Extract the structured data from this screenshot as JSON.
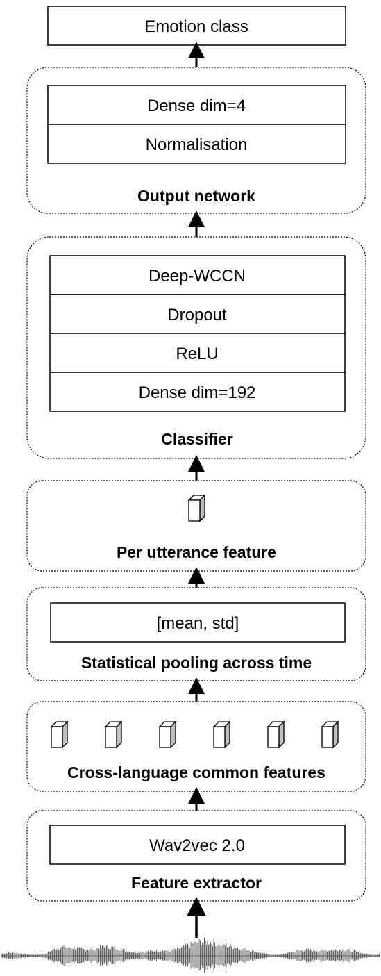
{
  "output_label": "Emotion class",
  "groups": {
    "output_network": {
      "title": "Output network",
      "layers": [
        "Dense dim=4",
        "Normalisation"
      ]
    },
    "classifier": {
      "title": "Classifier",
      "layers": [
        "Deep-WCCN",
        "Dropout",
        "ReLU",
        "Dense dim=192"
      ]
    },
    "per_utterance": {
      "title": "Per utterance feature"
    },
    "pooling": {
      "title": "Statistical pooling across time",
      "layers": [
        "[mean, std]"
      ]
    },
    "cross_language": {
      "title": "Cross-language common features",
      "feature_count": 6
    },
    "feature_extractor": {
      "title": "Feature extractor",
      "layers": [
        "Wav2vec 2.0"
      ]
    }
  },
  "input": {
    "icon": "waveform-icon"
  },
  "colors": {
    "stroke": "#000000",
    "cube_side": "#bfbfbf",
    "background": "#ffffff"
  }
}
